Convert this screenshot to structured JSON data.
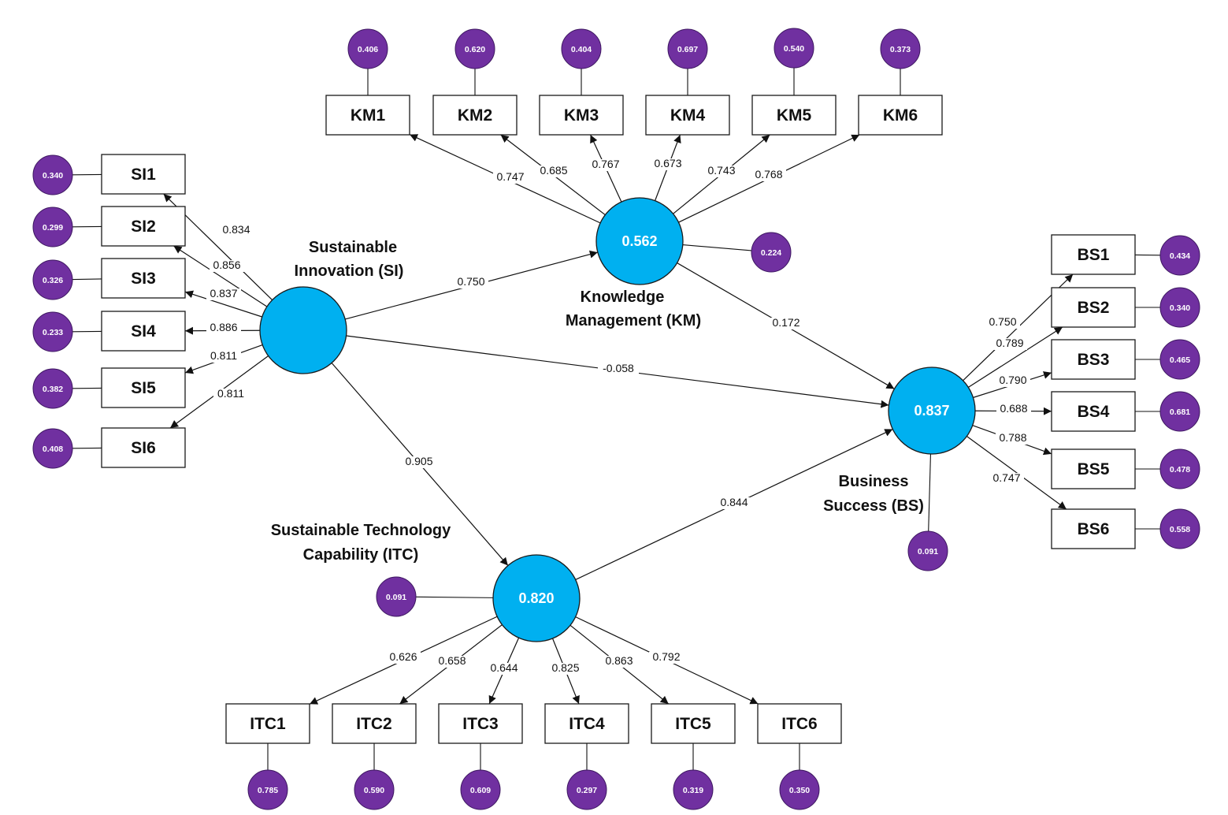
{
  "colors": {
    "latent_fill": "#00b0f0",
    "error_fill": "#7030a0",
    "line": "#111111"
  },
  "latents": [
    {
      "id": "SI",
      "r2": "",
      "name_lines": [
        "Sustainable",
        "Innovation (SI)"
      ]
    },
    {
      "id": "KM",
      "r2": "0.562",
      "name_lines": [
        "Knowledge",
        "Management (KM)"
      ],
      "error": "0.224"
    },
    {
      "id": "BS",
      "r2": "0.837",
      "name_lines": [
        "Business",
        "Success (BS)"
      ],
      "error": "0.091"
    },
    {
      "id": "ITC",
      "r2": "0.820",
      "name_lines": [
        "Sustainable Technology",
        "Capability (ITC)"
      ],
      "error": "0.091"
    }
  ],
  "blocks": [
    {
      "latent": "KM",
      "indicators": [
        {
          "label": "KM1",
          "loading": "0.747",
          "error": "0.406"
        },
        {
          "label": "KM2",
          "loading": "0.685",
          "error": "0.620"
        },
        {
          "label": "KM3",
          "loading": "0.767",
          "error": "0.404"
        },
        {
          "label": "KM4",
          "loading": "0.673",
          "error": "0.697"
        },
        {
          "label": "KM5",
          "loading": "0.743",
          "error": "0.540"
        },
        {
          "label": "KM6",
          "loading": "0.768",
          "error": "0.373"
        }
      ]
    },
    {
      "latent": "SI",
      "indicators": [
        {
          "label": "SI1",
          "loading": "0.834",
          "error": "0.340"
        },
        {
          "label": "SI2",
          "loading": "0.856",
          "error": "0.299"
        },
        {
          "label": "SI3",
          "loading": "0.837",
          "error": "0.326"
        },
        {
          "label": "SI4",
          "loading": "0.886",
          "error": "0.233"
        },
        {
          "label": "SI5",
          "loading": "0.811",
          "error": "0.382"
        },
        {
          "label": "SI6",
          "loading": "0.811",
          "error": "0.408"
        }
      ]
    },
    {
      "latent": "BS",
      "indicators": [
        {
          "label": "BS1",
          "loading": "0.750",
          "error": "0.434"
        },
        {
          "label": "BS2",
          "loading": "0.789",
          "error": "0.340"
        },
        {
          "label": "BS3",
          "loading": "0.790",
          "error": "0.465"
        },
        {
          "label": "BS4",
          "loading": "0.688",
          "error": "0.681"
        },
        {
          "label": "BS5",
          "loading": "0.788",
          "error": "0.478"
        },
        {
          "label": "BS6",
          "loading": "0.747",
          "error": "0.558"
        }
      ]
    },
    {
      "latent": "ITC",
      "indicators": [
        {
          "label": "ITC1",
          "loading": "0.626",
          "error": "0.785"
        },
        {
          "label": "ITC2",
          "loading": "0.658",
          "error": "0.590"
        },
        {
          "label": "ITC3",
          "loading": "0.644",
          "error": "0.609"
        },
        {
          "label": "ITC4",
          "loading": "0.825",
          "error": "0.297"
        },
        {
          "label": "ITC5",
          "loading": "0.863",
          "error": "0.319"
        },
        {
          "label": "ITC6",
          "loading": "0.792",
          "error": "0.350"
        }
      ]
    }
  ],
  "paths": [
    {
      "from": "SI",
      "to": "KM",
      "coef": "0.750"
    },
    {
      "from": "SI",
      "to": "BS",
      "coef": "-0.058"
    },
    {
      "from": "SI",
      "to": "ITC",
      "coef": "0.905"
    },
    {
      "from": "KM",
      "to": "BS",
      "coef": "0.172"
    },
    {
      "from": "ITC",
      "to": "BS",
      "coef": "0.844"
    }
  ]
}
